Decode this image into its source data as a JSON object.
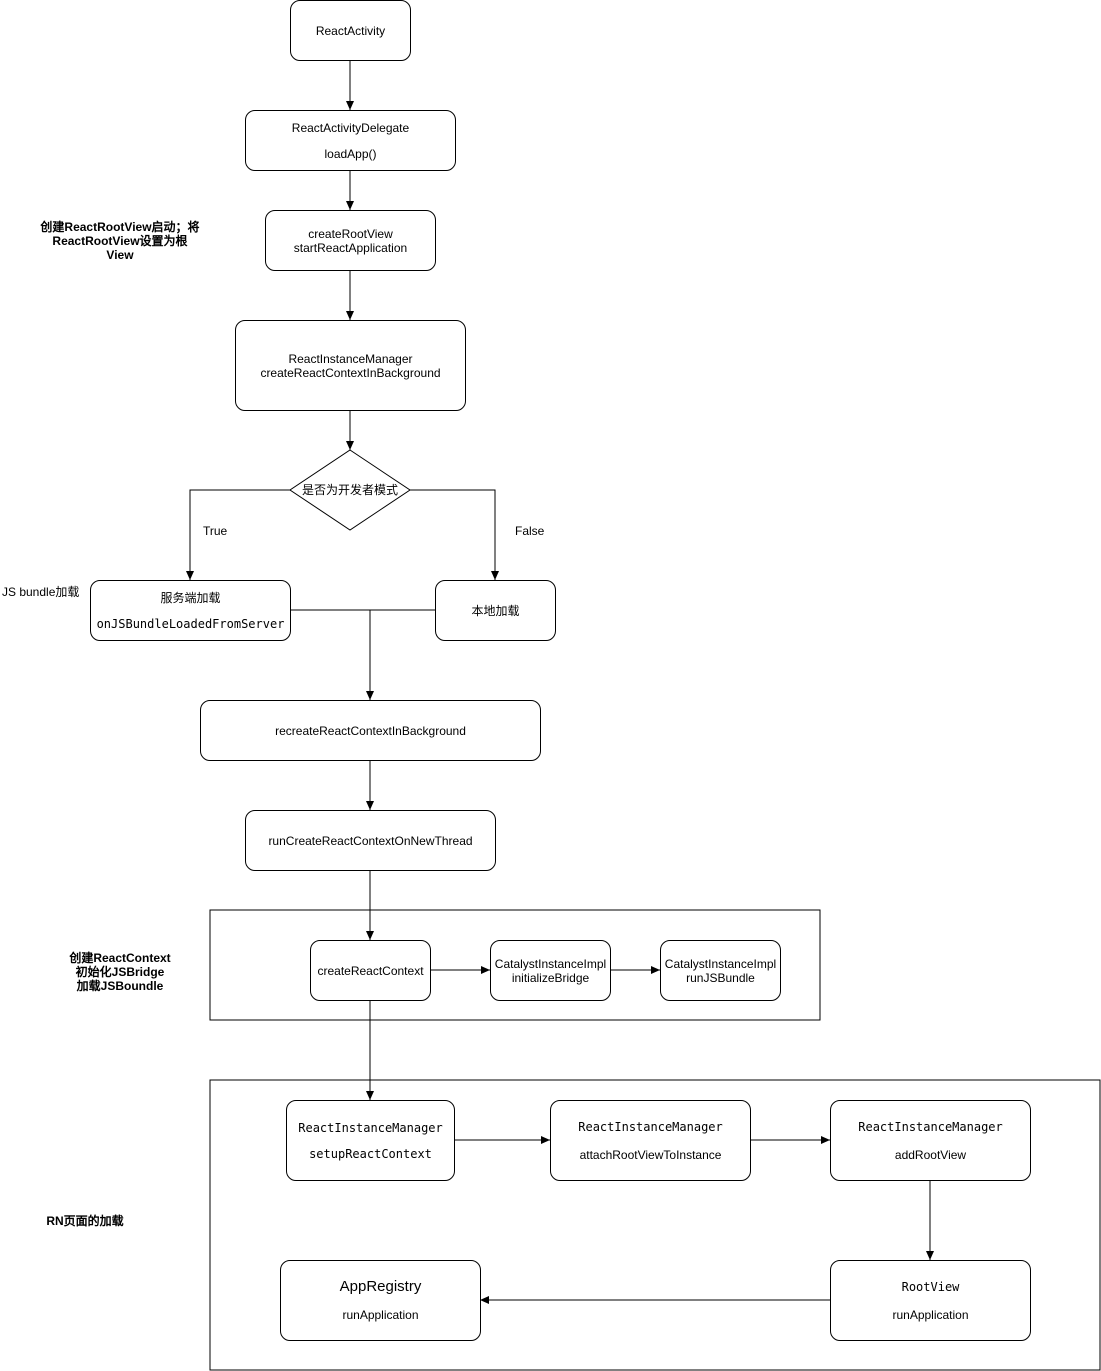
{
  "nodes": {
    "react_activity": {
      "line1": "ReactActivity"
    },
    "delegate": {
      "line1": "ReactActivityDelegate",
      "line2": "loadApp()"
    },
    "create_root_view": {
      "line1": "createRootView",
      "line2": "startReactApplication"
    },
    "instance_manager": {
      "line1": "ReactInstanceManager",
      "line2": "createReactContextInBackground"
    },
    "decision": {
      "line1": "是否为开发者模式"
    },
    "server_load": {
      "line1": "服务端加载",
      "line2": "onJSBundleLoadedFromServer"
    },
    "local_load": {
      "line1": "本地加载"
    },
    "recreate": {
      "line1": "recreateReactContextInBackground"
    },
    "run_create": {
      "line1": "runCreateReactContextOnNewThread"
    },
    "create_context": {
      "line1": "createReactContext"
    },
    "initialize_bridge": {
      "line1": "CatalystInstanceImpl",
      "line2": "initializeBridge"
    },
    "run_js_bundle": {
      "line1": "CatalystInstanceImpl",
      "line2": "runJSBundle"
    },
    "setup_context": {
      "line1": "ReactInstanceManager",
      "line2": "setupReactContext"
    },
    "attach_root": {
      "line1": "ReactInstanceManager",
      "line2": "attachRootViewToInstance"
    },
    "add_root": {
      "line1": "ReactInstanceManager",
      "line2": "addRootView"
    },
    "root_view": {
      "line1": "RootView",
      "line2": "runApplication"
    },
    "app_registry": {
      "line1": "AppRegistry",
      "line2": "runApplication"
    }
  },
  "edge_labels": {
    "true_label": "True",
    "false_label": "False"
  },
  "side_labels": {
    "create_root_note": {
      "line1": "创建ReactRootView启动；将",
      "line2": "ReactRootView设置为根",
      "line3": "View"
    },
    "js_bundle_note": "JS bundle加载",
    "context_note": {
      "line1": "创建ReactContext",
      "line2": "初始化JSBridge",
      "line3": "加载JSBoundle"
    },
    "rn_page_note": "RN页面的加载"
  }
}
